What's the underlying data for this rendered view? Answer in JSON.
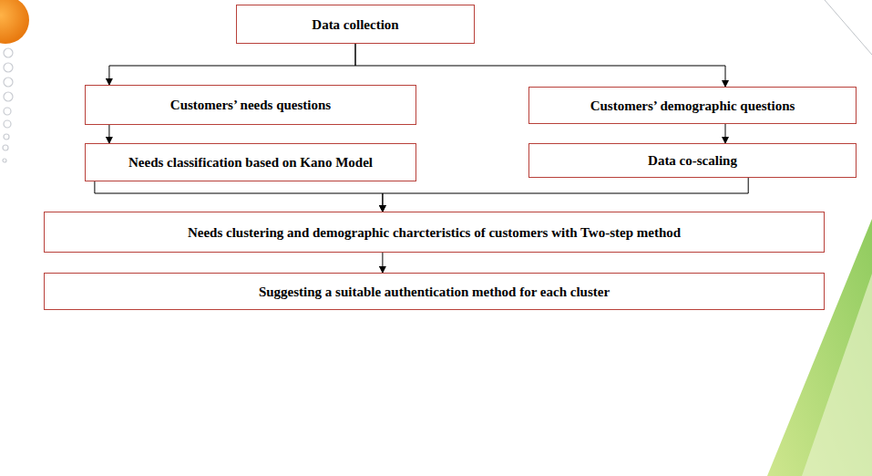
{
  "diagram": {
    "nodes": [
      {
        "text": [
          "Data collection"
        ]
      },
      {
        "text": [
          "Customers’ needs questions"
        ]
      },
      {
        "text": [
          "Customers’ demographic questions"
        ]
      },
      {
        "text": [
          "Needs classification based on Kano Model"
        ]
      },
      {
        "text": [
          "Data co-scaling"
        ]
      },
      {
        "text": [
          "Needs clustering and demographic charcteristics of customers with Two-step method"
        ]
      },
      {
        "text": [
          "Suggesting a suitable authentication method for each cluster"
        ]
      }
    ],
    "edges": [
      {
        "from": 0,
        "to": 1,
        "arrow": "to"
      },
      {
        "from": 0,
        "to": 2,
        "arrow": "to"
      },
      {
        "from": 1,
        "to": 3,
        "arrow": "to"
      },
      {
        "from": 2,
        "to": 4,
        "arrow": "to"
      },
      {
        "from": 3,
        "to": 5,
        "arrow": "to"
      },
      {
        "from": 4,
        "to": 5,
        "arrow": "to"
      },
      {
        "from": 5,
        "to": 6,
        "arrow": "to"
      }
    ]
  }
}
